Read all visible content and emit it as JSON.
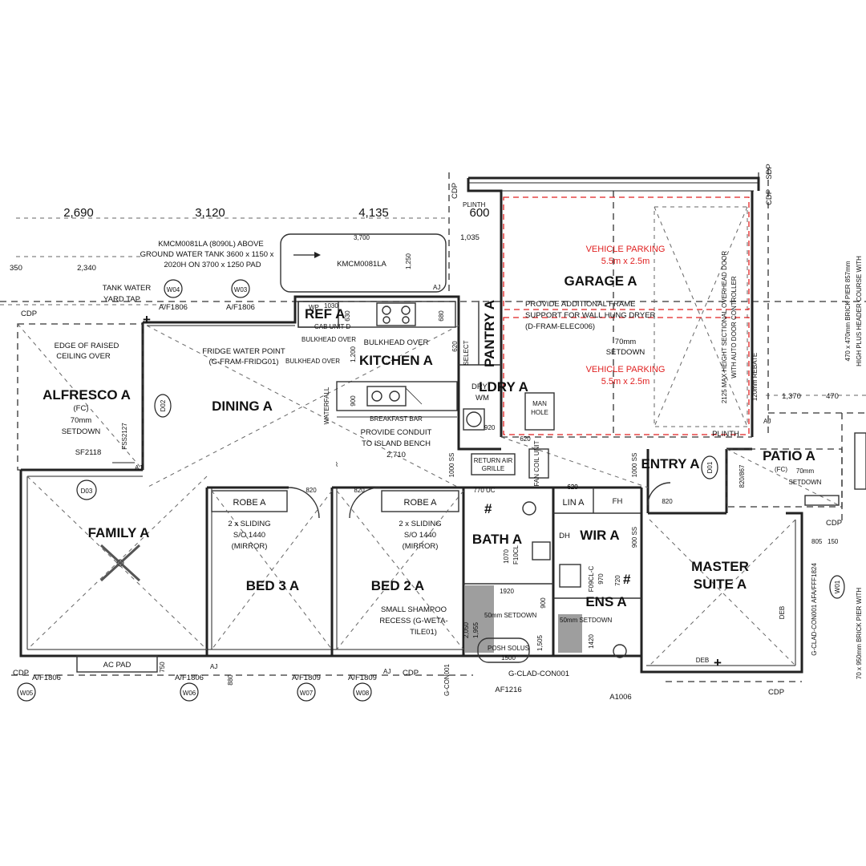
{
  "dimensions": {
    "top": [
      "2,690",
      "3,120",
      "4,135"
    ],
    "left": [
      "350",
      "2,340"
    ],
    "right": [
      "1,370",
      "470"
    ],
    "misc": [
      "3,700",
      "1,035",
      "1,250"
    ]
  },
  "rooms": {
    "garage": "GARAGE A",
    "kitchen": "KITCHEN A",
    "dining": "DINING A",
    "alfresco": "ALFRESCO A",
    "family": "FAMILY A",
    "bed3": "BED 3 A",
    "bed2": "BED 2 A",
    "bath": "BATH A",
    "wir": "WIR A",
    "ens": "ENS A",
    "master_line1": "MASTER",
    "master_line2": "SUITE A",
    "entry": "ENTRY A",
    "patio": "PATIO A",
    "pantry": "PANTRY A",
    "laundry": "LDRY A",
    "robe_left": "ROBE A",
    "robe_right": "ROBE A",
    "linen": "LIN A",
    "ref": "REF A"
  },
  "notes": {
    "tank_1": "KMCM0081LA (8090L) ABOVE",
    "tank_2": "GROUND WATER TANK 3600 x 1150 x",
    "tank_3": "2020H ON 3700 x 1250 PAD",
    "tank_label": "KMCM0081LA",
    "tank_tap_1": "TANK WATER",
    "tank_tap_2": "YARD TAP",
    "frame_1": "PROVIDE ADDITIONAL FRAME",
    "frame_2": "SUPPORT FOR WALL HUNG DRYER",
    "frame_3": "(D-FRAM-ELEC006)",
    "garage_setdown_1": "70mm",
    "garage_setdown_2": "SETDOWN",
    "parking_1a": "VEHICLE PARKING",
    "parking_1b": "5.5m x 2.5m",
    "parking_2a": "VEHICLE PARKING",
    "parking_2b": "5.5m x 2.5m",
    "garage_door_1": "2125 MAX HEIGHT SECTIONAL OVERHEAD DOOR",
    "garage_door_2": "WITH AUTO DOOR CONTROLLER",
    "rebate": "120mm REBATE",
    "fridge_1": "FRIDGE WATER POINT",
    "fridge_2": "(G-FRAM-FRIDG01)",
    "cab_unit": "CAB UNIT D",
    "bulkhead_1": "BULKHEAD OVER",
    "bulkhead_2": "BULKHEAD OVER",
    "breakfast_bar": "BREAKFAST BAR",
    "conduit_1": "PROVIDE CONDUIT",
    "conduit_2": "TO ISLAND BENCH",
    "conduit_dim": "2,710",
    "waterfall": "WATERFALL",
    "alfresco_fc": "(FC)",
    "alfresco_setdown_1": "70mm",
    "alfresco_setdown_2": "SETDOWN",
    "raised_1": "EDGE OF RAISED",
    "raised_2": "CEILING OVER",
    "sf": "SF2118",
    "fss": "FSS2127",
    "sliding_1": "2 x SLIDING",
    "sliding_2": "S/O 1440",
    "sliding_3": "(MIRROR)",
    "sliding_4": "2 x SLIDING",
    "sliding_5": "S/O 1440",
    "sliding_6": "(MIRROR)",
    "shampoo_1": "SMALL SHAMPOO",
    "shampoo_2": "RECESS (G-WETA-",
    "shampoo_3": "TILE01)",
    "posh_1": "POSH SOLUS",
    "posh_2": "1500",
    "return_air_1": "RETURN AIR",
    "return_air_2": "GRILLE",
    "fan_coil": "FAN COIL UNIT",
    "man_hole_1": "MAN",
    "man_hole_2": "HOLE",
    "dry": "DRY",
    "wm": "WM",
    "select": "SELECT",
    "patio_fc": "(FC)",
    "patio_setdown_1": "70mm",
    "patio_setdown_2": "SETDOWN",
    "setdown_50a": "50mm SETDOWN",
    "setdown_50b": "50mm SETDOWN",
    "ac_pad": "AC PAD",
    "plinth_1": "PLINTH",
    "plinth_2": "PLINTH",
    "right_note_1": "470 x 470mm BRICK PIER 857mm",
    "right_note_2": "HIGH PLUS HEADER COURSE WITH",
    "right_note_3": "G-CLAD-CON001 AFA/FFF1824",
    "right_note_4": "70 x 950mm BRICK PIER WITH",
    "clad_bottom": "G-CLAD-CON001",
    "clad_left": "G-CON001",
    "af1216": "AF1216",
    "a1006": "A1006",
    "deb_1": "DEB",
    "deb_2": "DEB",
    "fh": "FH",
    "dh": "DH",
    "uc": "770 UC",
    "ss_1": "1000 SS",
    "ss_2": "1000 SS",
    "ss_3": "900 SS"
  },
  "small_dims": [
    "820",
    "820",
    "820",
    "820",
    "620",
    "620",
    "620",
    "920",
    "1920",
    "900",
    "1070",
    "1,955",
    "2,050",
    "1,505",
    "1420",
    "970",
    "720",
    "820/867",
    "805",
    "150",
    "1030",
    "630",
    "680",
    "1,200",
    "900",
    "750",
    "880"
  ],
  "windows": [
    "W04",
    "W03",
    "W05",
    "W06",
    "W07",
    "W08",
    "W01"
  ],
  "doors": [
    "D02",
    "D03",
    "D01"
  ],
  "frame_labels": [
    "A/F1806",
    "A/F1806",
    "A/F1806",
    "A/F1806",
    "A/F1809",
    "A/F1809"
  ],
  "fixture_codes": [
    "F10CL",
    "F09CL-C",
    "WP"
  ],
  "markers": {
    "cdp": "CDP",
    "aj": "AJ",
    "sdp": "SDP",
    "hash": "#"
  }
}
